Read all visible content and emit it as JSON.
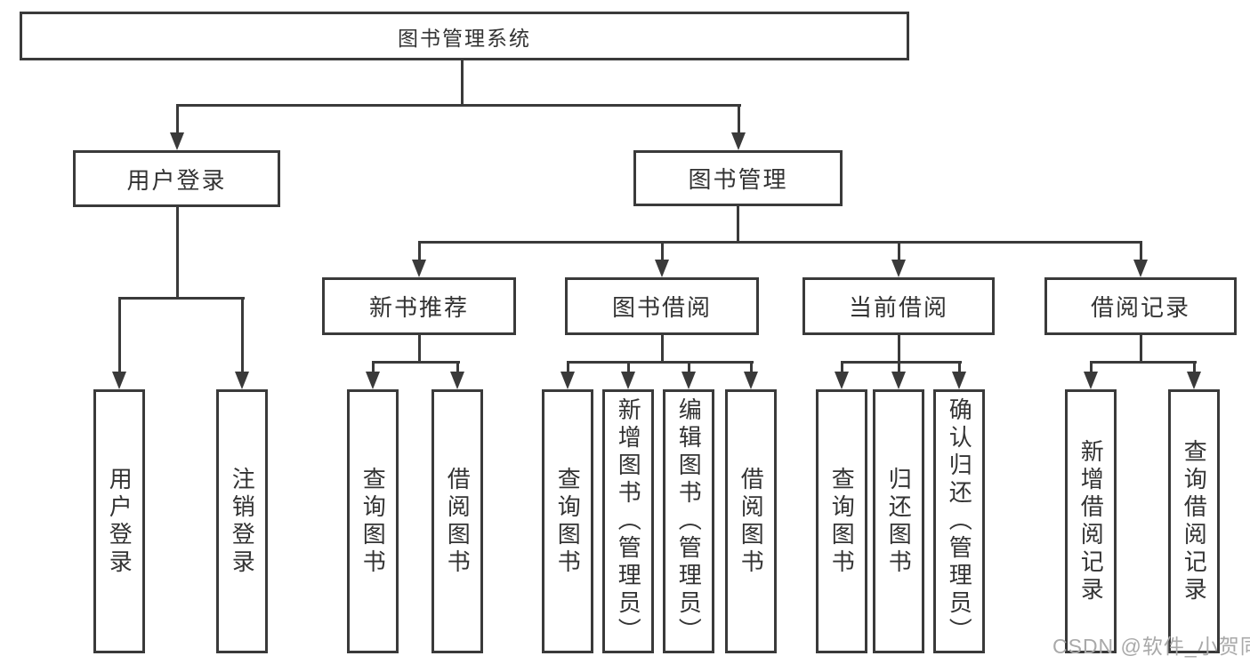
{
  "diagram": {
    "root": {
      "label": "图书管理系统"
    },
    "level2": [
      {
        "label": "用户登录"
      },
      {
        "label": "图书管理"
      }
    ],
    "level3": [
      {
        "label": "新书推荐"
      },
      {
        "label": "图书借阅"
      },
      {
        "label": "当前借阅"
      },
      {
        "label": "借阅记录"
      }
    ],
    "leaves": [
      {
        "label": "用户登录"
      },
      {
        "label": "注销登录"
      },
      {
        "label": "查询图书"
      },
      {
        "label": "借阅图书"
      },
      {
        "label": "查询图书"
      },
      {
        "label": "新增图书（管理员）"
      },
      {
        "label": "编辑图书（管理员）"
      },
      {
        "label": "借阅图书"
      },
      {
        "label": "查询图书"
      },
      {
        "label": "归还图书"
      },
      {
        "label": "确认归还（管理员）"
      },
      {
        "label": "新增借阅记录"
      },
      {
        "label": "查询借阅记录"
      }
    ]
  },
  "watermark": {
    "text": "CSDN @软件_小贺同学"
  },
  "colors": {
    "line": "#3a3a3a",
    "text": "#333333",
    "watermark": "#a9a9a9",
    "background": "#ffffff"
  }
}
